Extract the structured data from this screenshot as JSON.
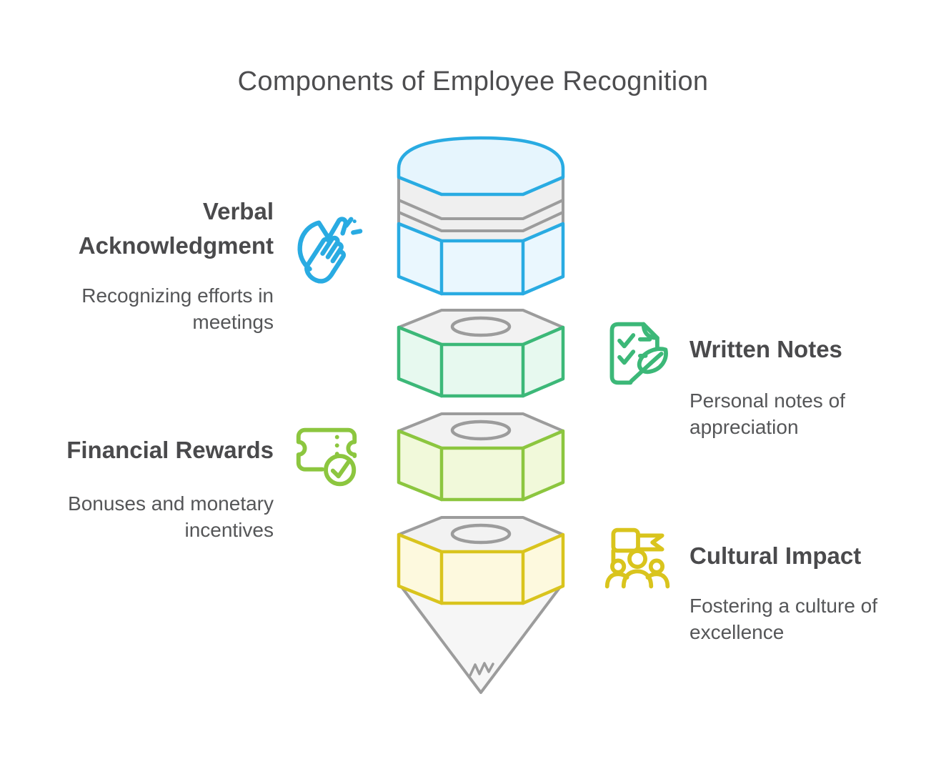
{
  "title": "Components of Employee Recognition",
  "colors": {
    "title_text": "#4d4d4f",
    "heading_text": "#4a4a4c",
    "description_text": "#555658",
    "gray_outline": "#9c9c9c",
    "face_fill": "#f2f2f2",
    "blue": "#29abe2",
    "green": "#3cb878",
    "lime": "#8cc63f",
    "yellow": "#d9c41d"
  },
  "items": [
    {
      "id": "verbal-acknowledgment",
      "side": "left",
      "title": "Verbal Acknowledgment",
      "description": "Recognizing efforts in meetings",
      "icon": "clapping-hands-icon",
      "accent": "#29abe2"
    },
    {
      "id": "written-notes",
      "side": "right",
      "title": "Written Notes",
      "description": "Personal notes of appreciation",
      "icon": "checklist-feather-icon",
      "accent": "#3cb878"
    },
    {
      "id": "financial-rewards",
      "side": "left",
      "title": "Financial Rewards",
      "description": "Bonuses and monetary incentives",
      "icon": "ticket-check-icon",
      "accent": "#8cc63f"
    },
    {
      "id": "cultural-impact",
      "side": "right",
      "title": "Cultural Impact",
      "description": "Fostering a culture of excellence",
      "icon": "flag-team-icon",
      "accent": "#d9c41d"
    }
  ],
  "pencil": {
    "description": "pencil split into stacked hexagonal segments",
    "segments": [
      {
        "name": "eraser-cap",
        "color": "#29abe2",
        "fill": "#e6f5fd"
      },
      {
        "name": "ferrule",
        "color": "#9c9c9c",
        "fill": "#efefef"
      },
      {
        "name": "barrel-top",
        "color": "#3cb878",
        "fill": "#e7f9ef"
      },
      {
        "name": "barrel-middle",
        "color": "#8cc63f",
        "fill": "#f1f9da"
      },
      {
        "name": "barrel-bottom",
        "color": "#d9c41d",
        "fill": "#fdf9de"
      },
      {
        "name": "tip-cone",
        "color": "#9c9c9c",
        "fill": "#f6f6f6"
      }
    ]
  }
}
